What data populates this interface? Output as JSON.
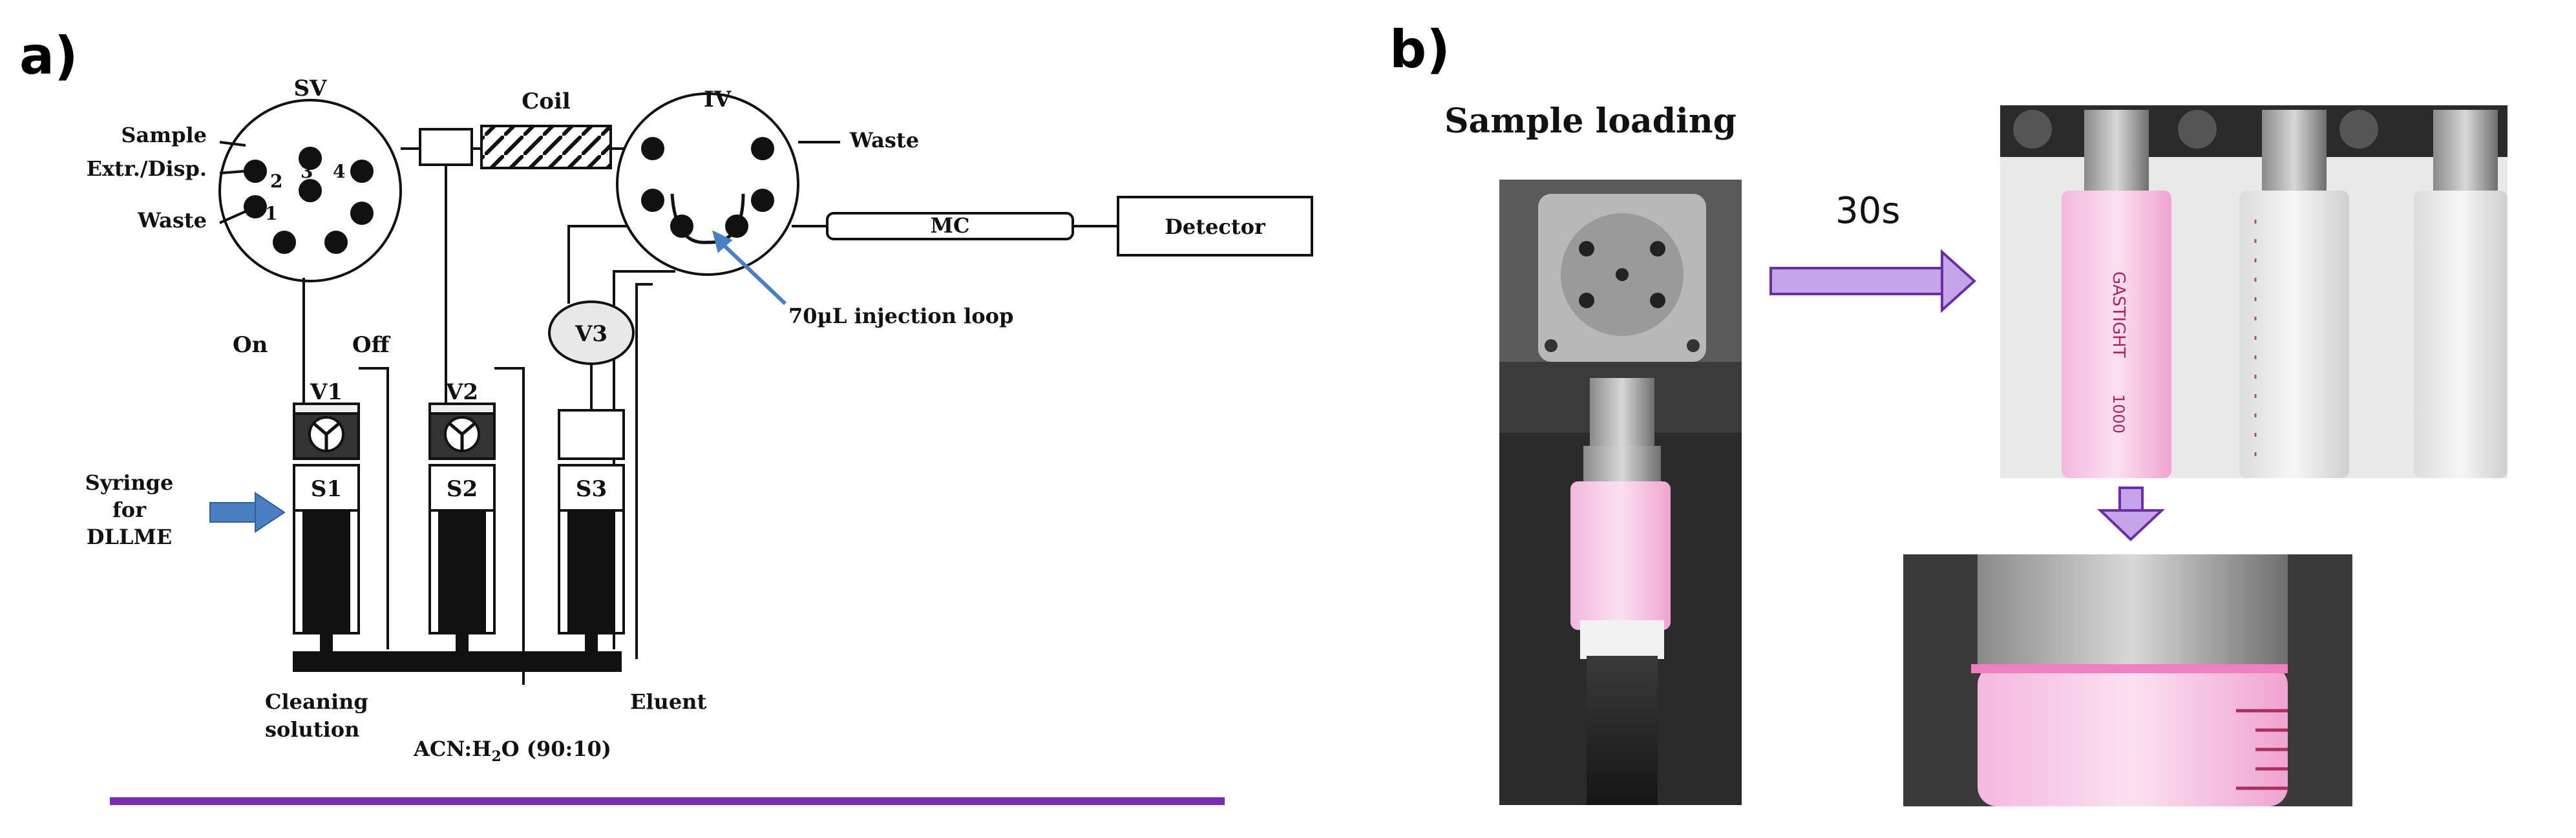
{
  "panel_a": {
    "label": "a)",
    "valves": {
      "sv": "SV",
      "iv": "IV",
      "v1": "V1",
      "v2": "V2",
      "v3": "V3"
    },
    "coil": "Coil",
    "sample": "Sample",
    "extr_disp": "Extr./Disp.",
    "waste_left": "Waste",
    "waste_right": "Waste",
    "ports": [
      "1",
      "2",
      "3",
      "4"
    ],
    "mc": "MC",
    "detector": "Detector",
    "injection_loop": "70µL injection loop",
    "on": "On",
    "off": "Off",
    "syringes": [
      "S1",
      "S2",
      "S3"
    ],
    "syringe_label": [
      "Syringe",
      "for",
      "DLLME"
    ],
    "cleaning": [
      "Cleaning",
      "solution"
    ],
    "acn_prefix": "ACN:H",
    "acn_sub": "2",
    "acn_suffix": "O (90:10)",
    "eluent": "Eluent"
  },
  "panel_b": {
    "label": "b)",
    "sample_loading": "Sample loading",
    "time": "30s",
    "syringe_brand": "GASTIGHT",
    "syringe_volume": "1000"
  },
  "colors": {
    "arrow_blue": "#4a7fc1",
    "arrow_purple": "#9b6fcf",
    "divider_purple": "#7a2bb8",
    "pink_liquid": "#f4a9d4"
  }
}
